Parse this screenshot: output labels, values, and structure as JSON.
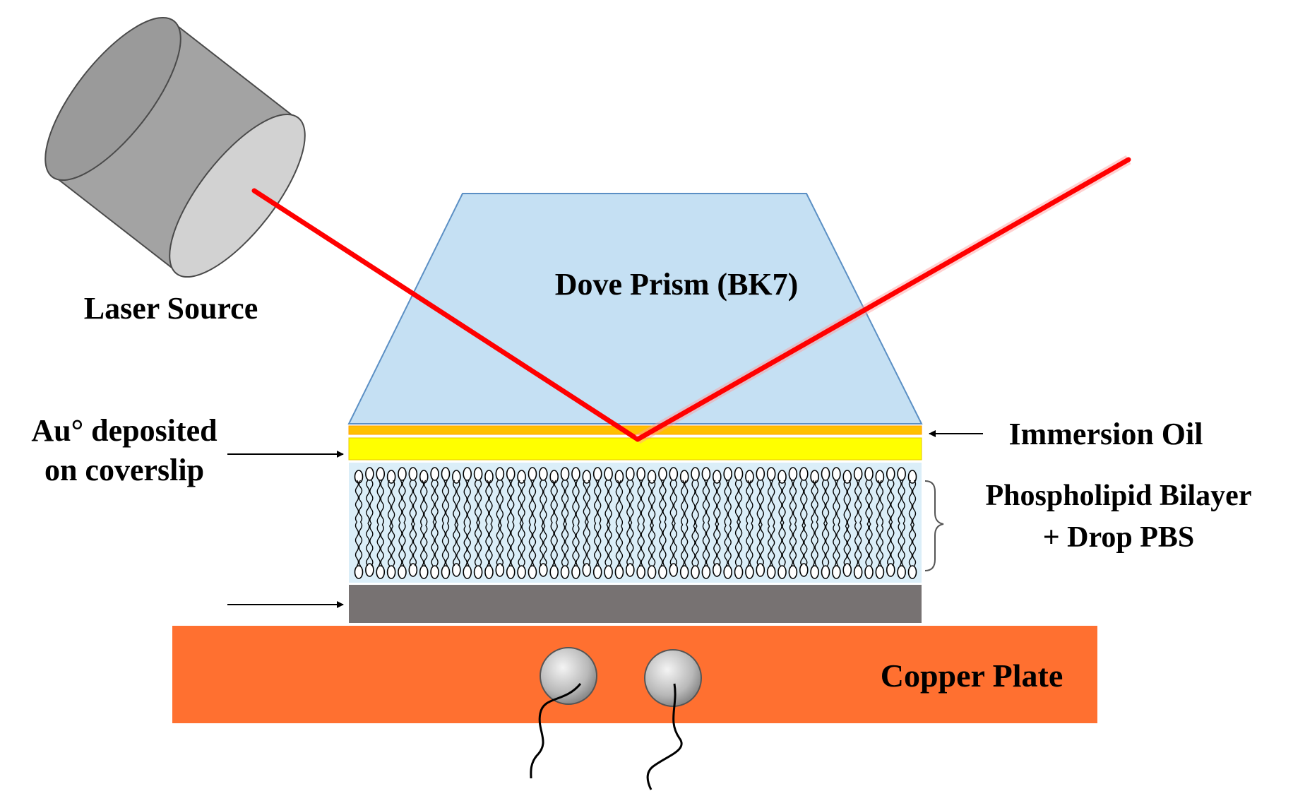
{
  "labels": {
    "laser_source": "Laser Source",
    "prism": "Dove Prism (BK7)",
    "gold_line1": "Au° deposited",
    "gold_line2": "on coverslip",
    "immersion_oil": "Immersion Oil",
    "bilayer_line1": "Phospholipid Bilayer",
    "bilayer_line2": "+ Drop PBS",
    "copper_plate": "Copper Plate"
  },
  "colors": {
    "laser_beam": "#ff0000",
    "prism_fill": "#c5e0f3",
    "prism_stroke": "#5b8fc4",
    "immersion_oil": "#ffc000",
    "gold_layer": "#ffff00",
    "bilayer_fill": "#dbeef8",
    "bottom_layer": "#777272",
    "copper_plate": "#ff7030",
    "laser_body": "#a0a0a0",
    "laser_face": "#d0d0d0"
  },
  "icons": {
    "laser": "laser-source-icon",
    "electrode": "electrode-icon"
  }
}
